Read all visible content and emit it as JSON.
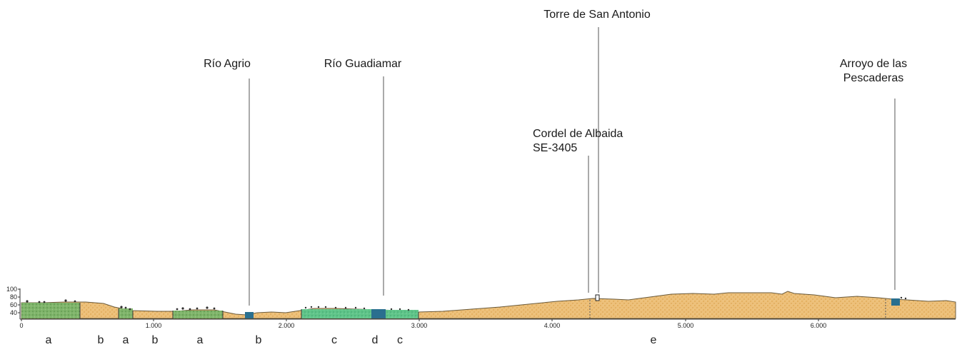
{
  "landmarks": {
    "rio_agrio": "Río Agrio",
    "rio_guadiamar": "Río Guadiamar",
    "torre": "Torre de San Antonio",
    "cordel_line1": "Cordel de Albaida",
    "cordel_line2": "SE-3405",
    "arroyo_line1": "Arroyo de las",
    "arroyo_line2": "Pescaderas"
  },
  "y_axis": {
    "ticks": [
      "100",
      "80",
      "60",
      "40"
    ]
  },
  "x_axis": {
    "ticks": [
      "0",
      "1.000",
      "2.000",
      "3.000",
      "4.000",
      "5.000",
      "6.000"
    ]
  },
  "zones": [
    "a",
    "b",
    "a",
    "b",
    "a",
    "b",
    "c",
    "d",
    "c",
    "e"
  ],
  "colors": {
    "terrain_tan": "#e9b85e",
    "vegetation_green": "#6fae5a",
    "riparian_green": "#4fbf7a",
    "water": "#2a6f8f"
  }
}
